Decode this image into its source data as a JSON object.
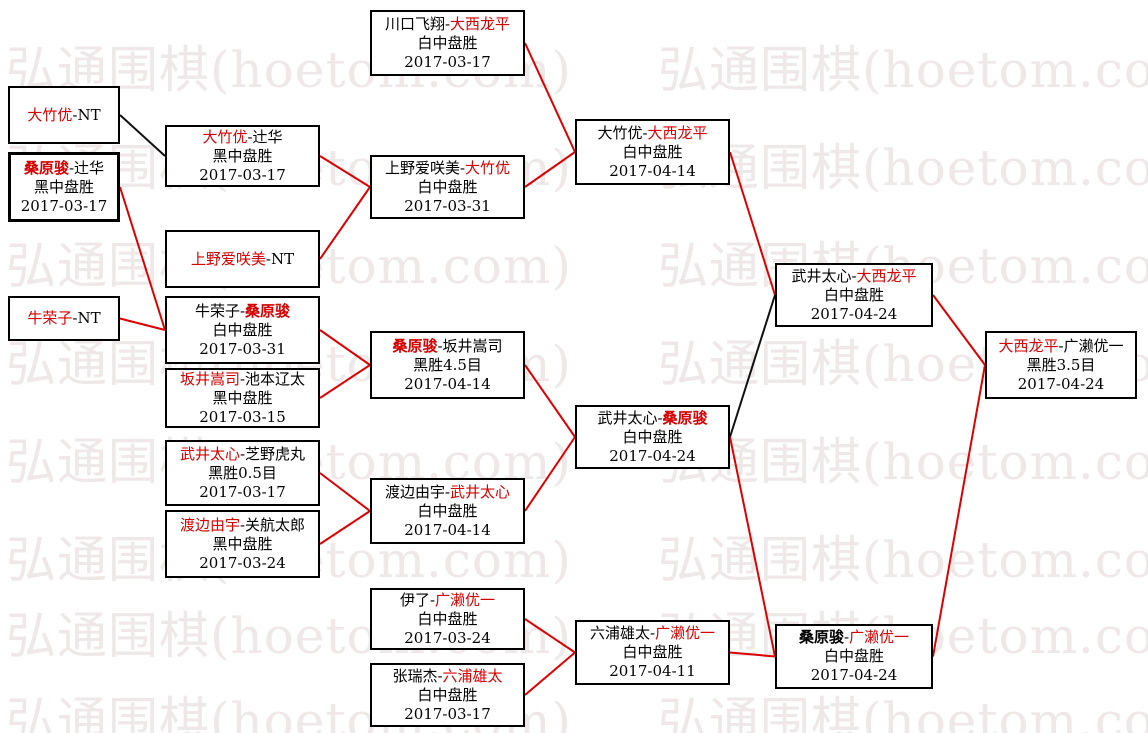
{
  "watermark": {
    "text": "弘通围棋(hoetom.com)",
    "color": "#eee8e8"
  },
  "separator": "-",
  "colors": {
    "winner_text": "#d60000",
    "border": "#000000",
    "background": "#ffffff",
    "lines": {
      "red": "#dd0000",
      "black": "#111111"
    }
  },
  "matches": [
    {
      "p1": "大竹优",
      "p2": "NT",
      "p1win": true
    },
    {
      "p1": "桑原骏",
      "p2": "辻华",
      "p1win": true,
      "p1hl": true,
      "result": "黑中盘胜",
      "date": "2017-03-17",
      "thick": true
    },
    {
      "p1": "牛荣子",
      "p2": "NT",
      "p1win": true
    },
    {
      "p1": "大竹优",
      "p2": "辻华",
      "p1win": true,
      "result": "黑中盘胜",
      "date": "2017-03-17"
    },
    {
      "p1": "上野爱咲美",
      "p2": "NT",
      "p1win": true
    },
    {
      "p1": "牛荣子",
      "p2": "桑原骏",
      "p2win": true,
      "p2hl": true,
      "result": "白中盘胜",
      "date": "2017-03-31"
    },
    {
      "p1": "坂井嵩司",
      "p2": "池本辽太",
      "p1win": true,
      "result": "黑中盘胜",
      "date": "2017-03-15"
    },
    {
      "p1": "武井太心",
      "p2": "芝野虎丸",
      "p1win": true,
      "result": "黑胜0.5目",
      "date": "2017-03-17"
    },
    {
      "p1": "渡边由宇",
      "p2": "关航太郎",
      "p1win": true,
      "result": "黑中盘胜",
      "date": "2017-03-24"
    },
    {
      "p1": "川口飞翔",
      "p2": "大西龙平",
      "p2win": true,
      "result": "白中盘胜",
      "date": "2017-03-17"
    },
    {
      "p1": "上野爱咲美",
      "p2": "大竹优",
      "p2win": true,
      "result": "白中盘胜",
      "date": "2017-03-31"
    },
    {
      "p1": "桑原骏",
      "p2": "坂井嵩司",
      "p1win": true,
      "p1hl": true,
      "result": "黑胜4.5目",
      "date": "2017-04-14"
    },
    {
      "p1": "渡边由宇",
      "p2": "武井太心",
      "p2win": true,
      "result": "白中盘胜",
      "date": "2017-04-14"
    },
    {
      "p1": "伊了",
      "p2": "广濑优一",
      "p2win": true,
      "result": "白中盘胜",
      "date": "2017-03-24"
    },
    {
      "p1": "张瑞杰",
      "p2": "六浦雄太",
      "p2win": true,
      "result": "白中盘胜",
      "date": "2017-03-17"
    },
    {
      "p1": "大竹优",
      "p2": "大西龙平",
      "p2win": true,
      "result": "白中盘胜",
      "date": "2017-04-14"
    },
    {
      "p1": "武井太心",
      "p2": "桑原骏",
      "p2win": true,
      "p2hl": true,
      "result": "白中盘胜",
      "date": "2017-04-24"
    },
    {
      "p1": "六浦雄太",
      "p2": "广濑优一",
      "p2win": true,
      "result": "白中盘胜",
      "date": "2017-04-11"
    },
    {
      "p1": "武井太心",
      "p2": "大西龙平",
      "p2win": true,
      "result": "白中盘胜",
      "date": "2017-04-24"
    },
    {
      "p1": "桑原骏",
      "p2": "广濑优一",
      "p1hl": true,
      "p2win": true,
      "result": "白中盘胜",
      "date": "2017-04-24"
    },
    {
      "p1": "大西龙平",
      "p2": "广濑优一",
      "p1win": true,
      "result": "黑胜3.5目",
      "date": "2017-04-24"
    }
  ],
  "connections": [
    {
      "from": 0,
      "to": 3,
      "color": "black"
    },
    {
      "from": 1,
      "to": 5,
      "color": "red"
    },
    {
      "from": 2,
      "to": 5,
      "color": "red"
    },
    {
      "from": 3,
      "to": 10,
      "color": "red"
    },
    {
      "from": 4,
      "to": 10,
      "color": "red"
    },
    {
      "from": 5,
      "to": 11,
      "color": "red"
    },
    {
      "from": 6,
      "to": 11,
      "color": "red"
    },
    {
      "from": 7,
      "to": 12,
      "color": "red"
    },
    {
      "from": 8,
      "to": 12,
      "color": "red"
    },
    {
      "from": 9,
      "to": 15,
      "color": "red"
    },
    {
      "from": 10,
      "to": 15,
      "color": "red"
    },
    {
      "from": 11,
      "to": 16,
      "color": "red"
    },
    {
      "from": 12,
      "to": 16,
      "color": "red"
    },
    {
      "from": 13,
      "to": 17,
      "color": "red"
    },
    {
      "from": 14,
      "to": 17,
      "color": "red"
    },
    {
      "from": 15,
      "to": 18,
      "color": "red"
    },
    {
      "from": 16,
      "to": 18,
      "color": "black"
    },
    {
      "from": 16,
      "to": 19,
      "color": "red"
    },
    {
      "from": 17,
      "to": 19,
      "color": "red"
    },
    {
      "from": 18,
      "to": 20,
      "color": "red"
    },
    {
      "from": 19,
      "to": 20,
      "color": "red"
    }
  ]
}
